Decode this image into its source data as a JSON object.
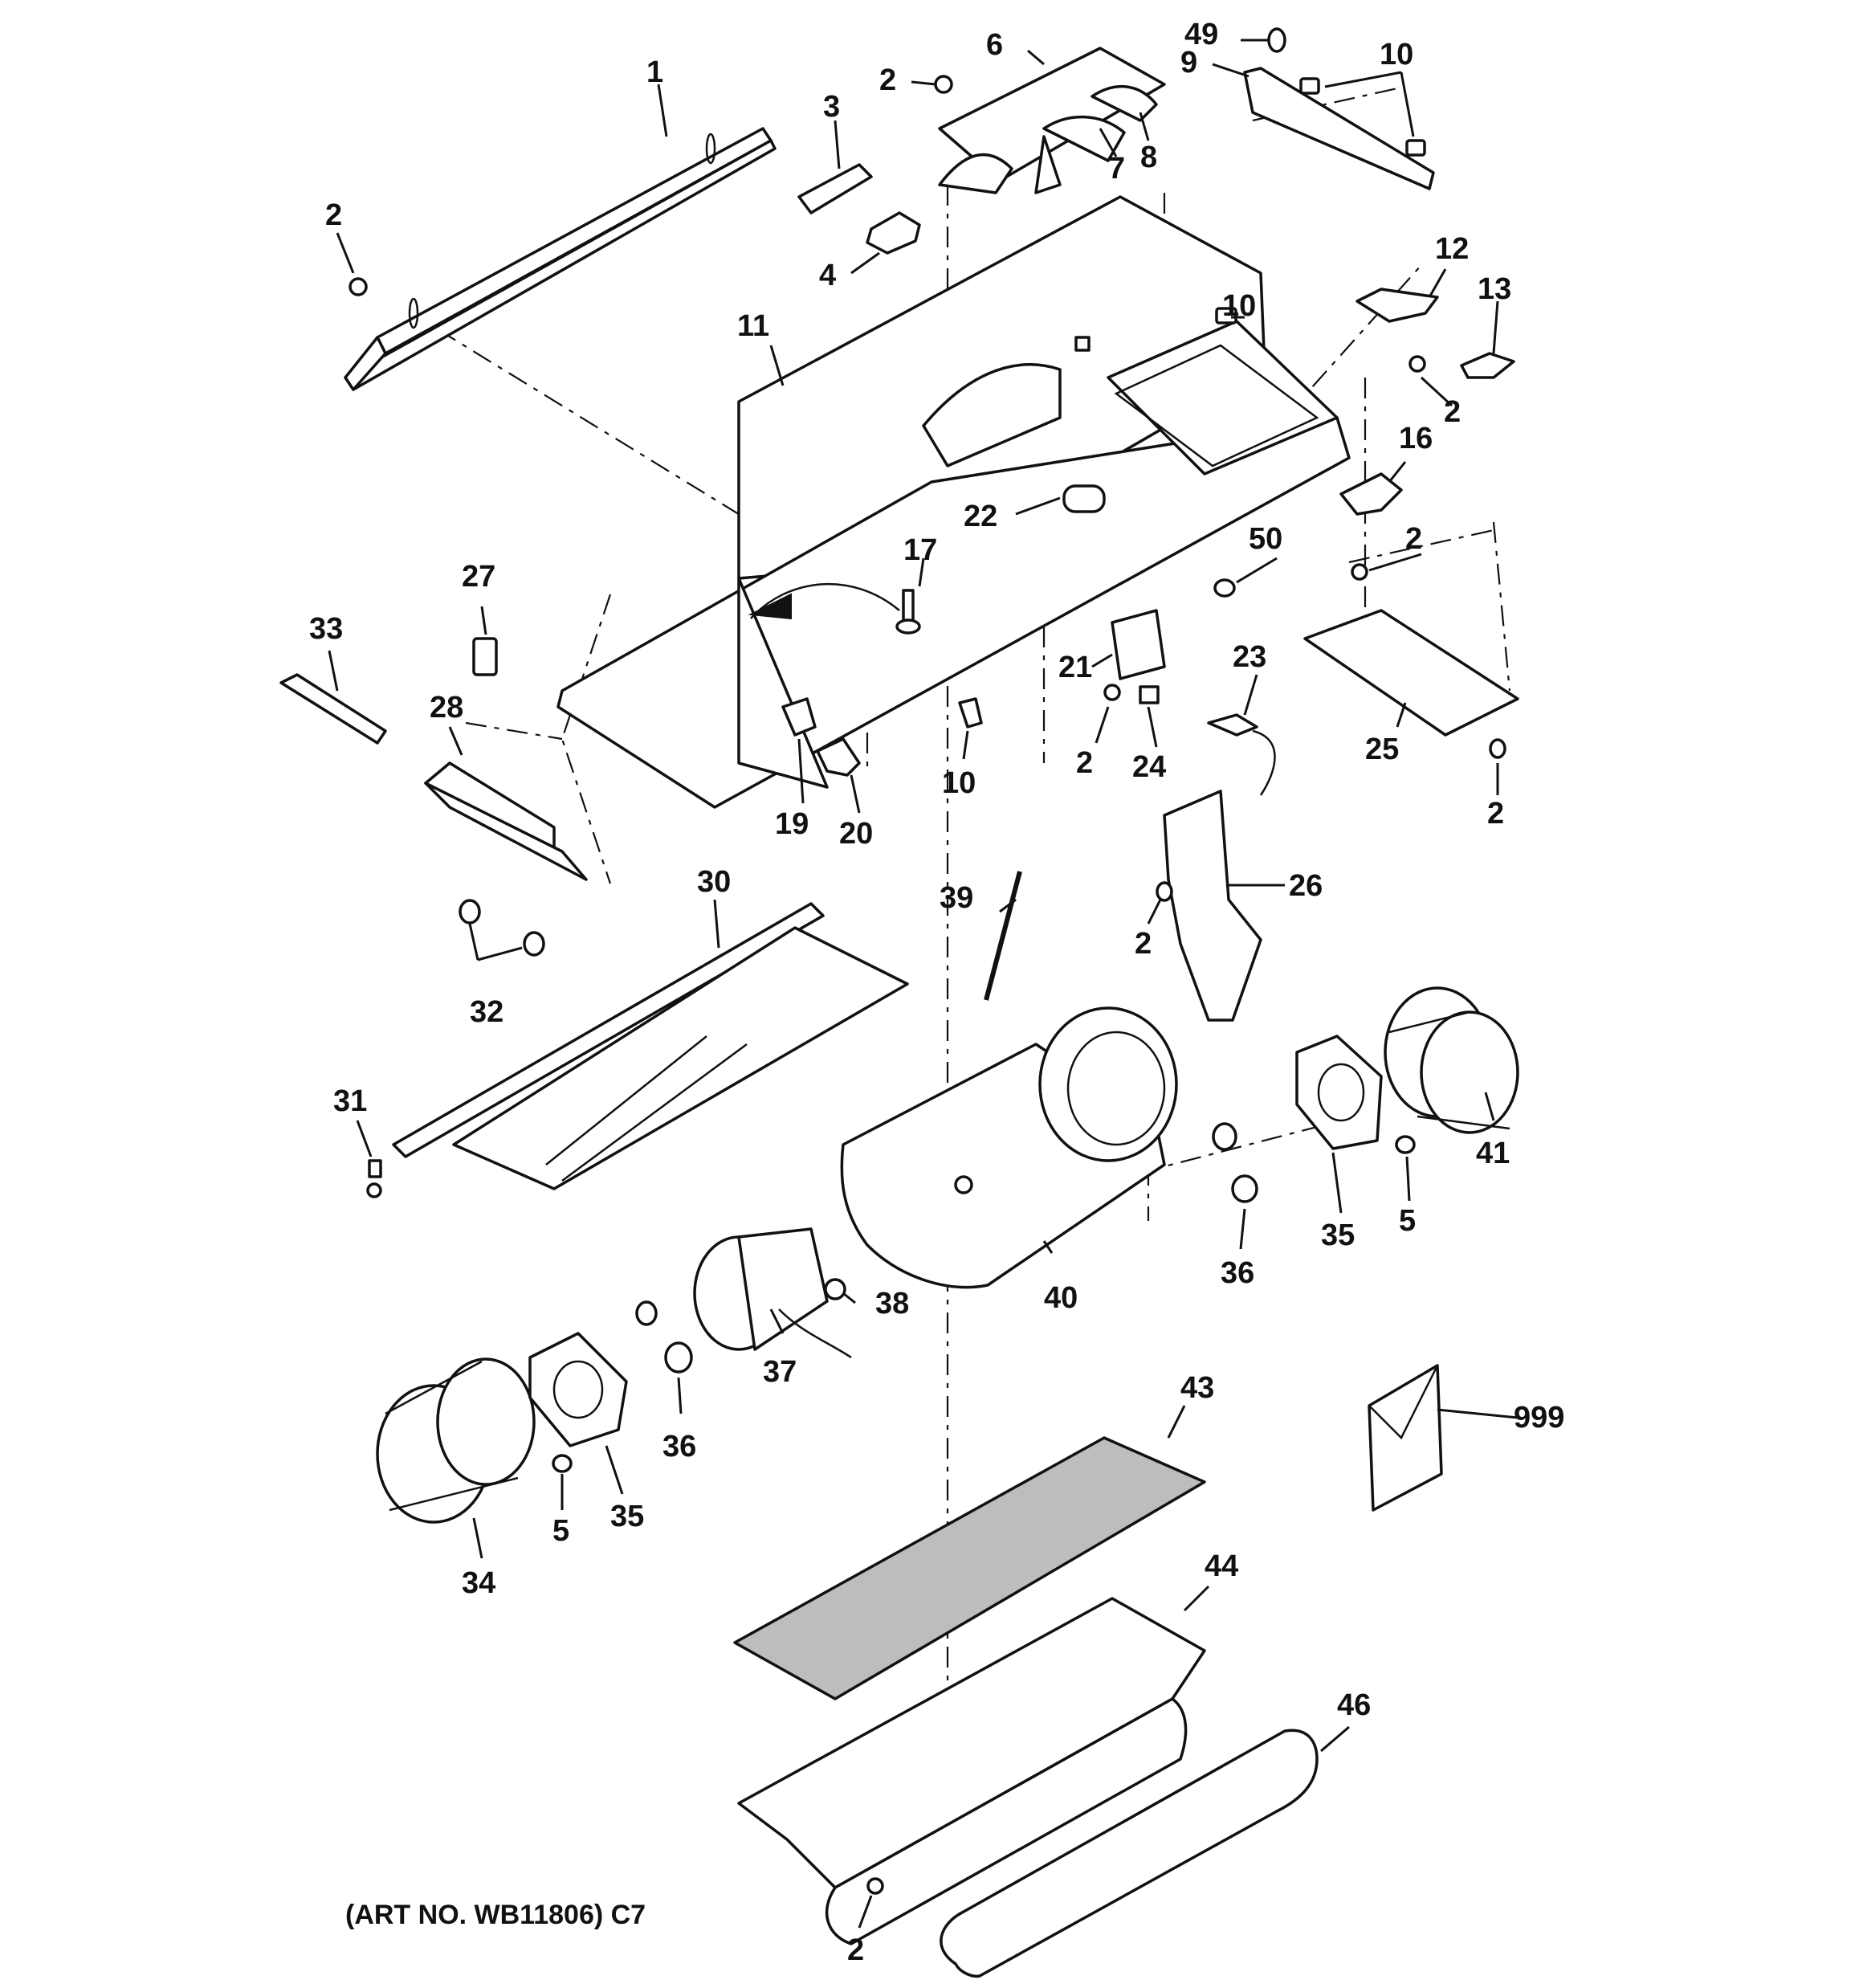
{
  "caption": "(ART NO. WB11806) C7",
  "callouts": {
    "c1": "1",
    "c2a": "2",
    "c2b": "2",
    "c2c": "2",
    "c2d": "2",
    "c2e": "2",
    "c2f": "2",
    "c2g": "2",
    "c2h": "2",
    "c3": "3",
    "c4": "4",
    "c5a": "5",
    "c5b": "5",
    "c6": "6",
    "c7": "7",
    "c8": "8",
    "c9": "9",
    "c10a": "10",
    "c10b": "10",
    "c10c": "10",
    "c11": "11",
    "c12": "12",
    "c13": "13",
    "c16": "16",
    "c17": "17",
    "c19": "19",
    "c20": "20",
    "c21": "21",
    "c22": "22",
    "c23": "23",
    "c24": "24",
    "c25": "25",
    "c26": "26",
    "c27": "27",
    "c28": "28",
    "c30": "30",
    "c31": "31",
    "c32": "32",
    "c33": "33",
    "c34": "34",
    "c35a": "35",
    "c35b": "35",
    "c36a": "36",
    "c36b": "36",
    "c37": "37",
    "c38": "38",
    "c39": "39",
    "c40": "40",
    "c41": "41",
    "c43": "43",
    "c44": "44",
    "c46": "46",
    "c49": "49",
    "c50": "50",
    "c999": "999"
  }
}
